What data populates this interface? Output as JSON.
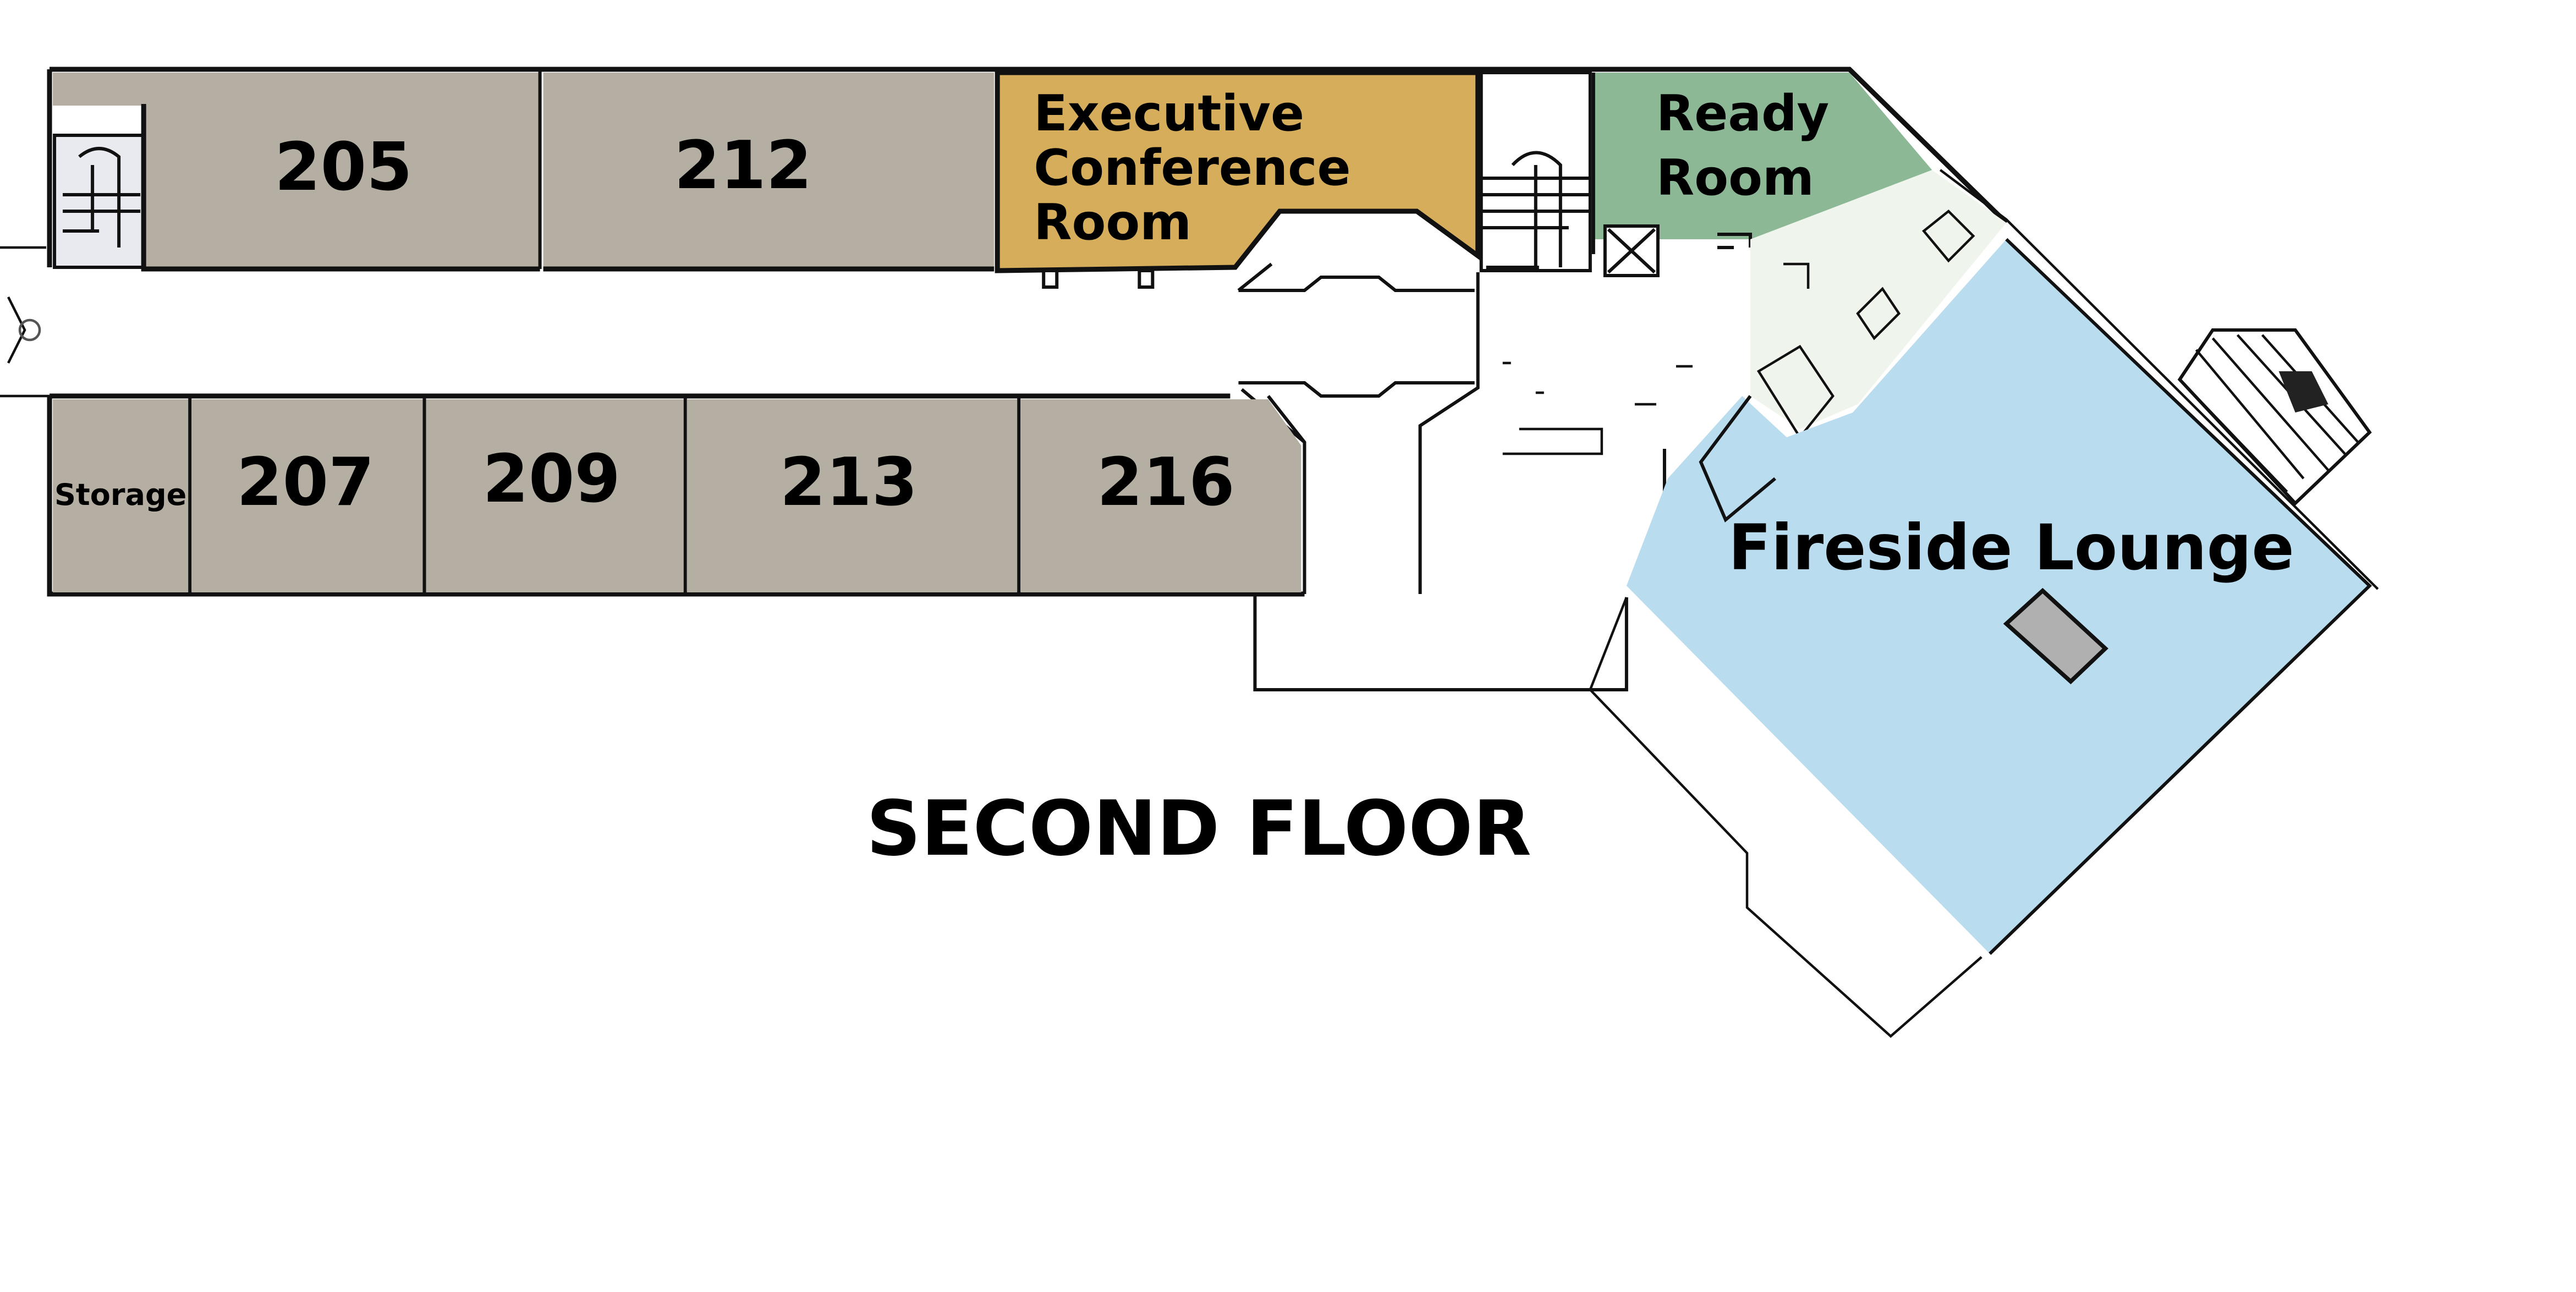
{
  "map": {
    "title": "SECOND FLOOR",
    "colors": {
      "classroom": "#b5aea2",
      "executive_conference": "#d6ad5a",
      "ready_room": "#8cb896",
      "fireside_lounge": "#b9dcee",
      "fireplace": "#b0b0b0",
      "walls": "#111111",
      "background": "#ffffff"
    },
    "rooms": {
      "r205": {
        "label": "205"
      },
      "r212": {
        "label": "212"
      },
      "executive": {
        "line1": "Executive",
        "line2": "Conference",
        "line3": "Room"
      },
      "ready": {
        "line1": "Ready",
        "line2": "Room"
      },
      "storage": {
        "label": "Storage"
      },
      "r207": {
        "label": "207"
      },
      "r209": {
        "label": "209"
      },
      "r213": {
        "label": "213"
      },
      "r216": {
        "label": "216"
      },
      "fireside": {
        "label": "Fireside Lounge"
      }
    },
    "icons": {
      "stairs_west": "stairs-icon",
      "stairs_central": "stairs-icon",
      "stairs_lounge": "stairs-icon",
      "elevator": "elevator-icon",
      "fireplace": "fireplace-icon"
    }
  }
}
